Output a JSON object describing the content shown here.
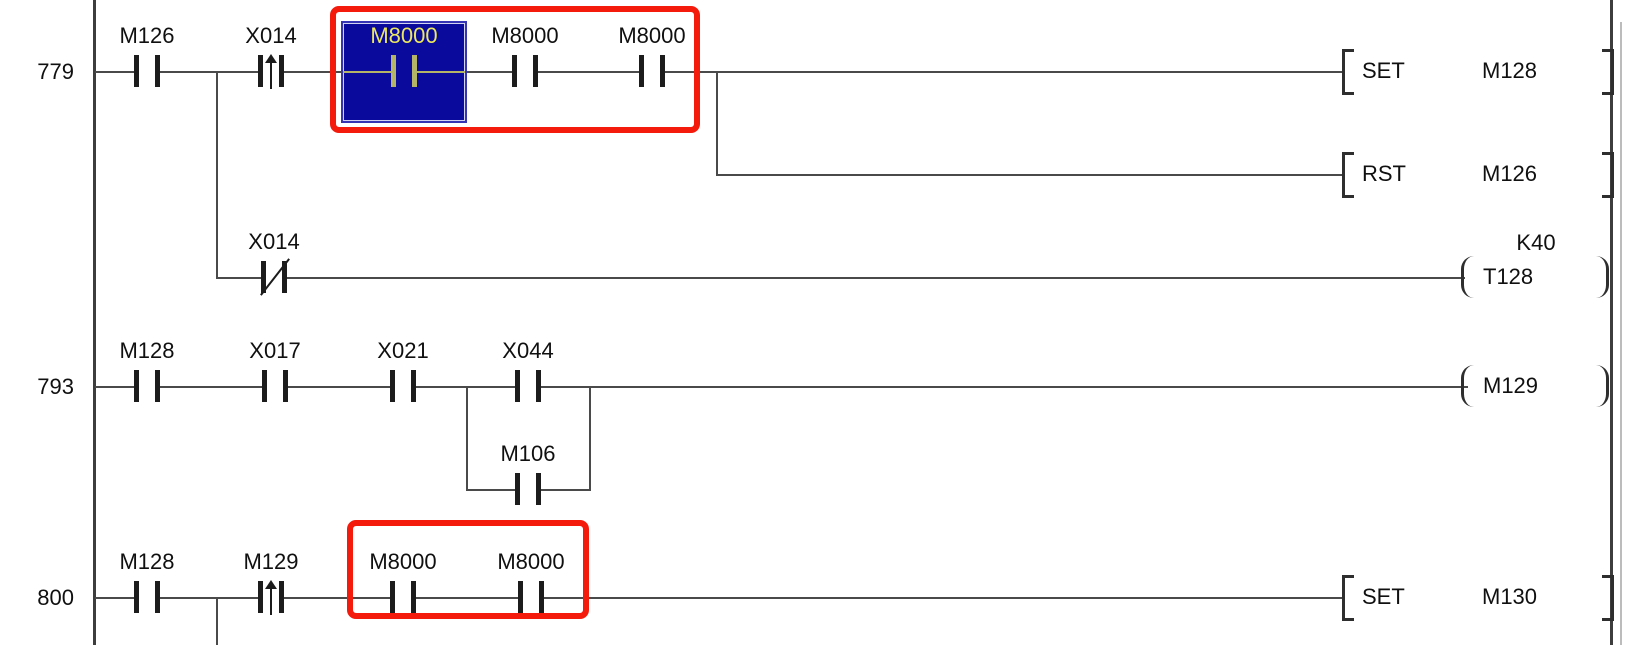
{
  "ladder": {
    "rung_numbers": {
      "r779": "779",
      "r793": "793",
      "r800": "800"
    },
    "contacts": {
      "r779_m126": "M126",
      "r779_x014_pulse": "X014",
      "r779_m8000_selected": "M8000",
      "r779_m8000_2": "M8000",
      "r779_m8000_3": "M8000",
      "branch_x014_nc": "X014",
      "r793_m128": "M128",
      "r793_x017": "X017",
      "r793_x021": "X021",
      "r793_x044": "X044",
      "r793_m106": "M106",
      "r800_m128": "M128",
      "r800_m129_pulse": "M129",
      "r800_m8000_1": "M8000",
      "r800_m8000_2": "M8000"
    },
    "coils": {
      "t128": {
        "constant": "K40",
        "device": "T128"
      },
      "m129": {
        "device": "M129"
      }
    },
    "instructions": {
      "set_m128": {
        "op": "SET",
        "device": "M128"
      },
      "rst_m126": {
        "op": "RST",
        "device": "M126"
      },
      "set_m130": {
        "op": "SET",
        "device": "M130"
      }
    },
    "colors": {
      "selection_background": "#0A0A9C",
      "selection_text": "#EBE75E",
      "selection_contact_bars": "#B5B568",
      "annotation_box": "#F41A0C",
      "wire": "#4A4A4A"
    }
  }
}
